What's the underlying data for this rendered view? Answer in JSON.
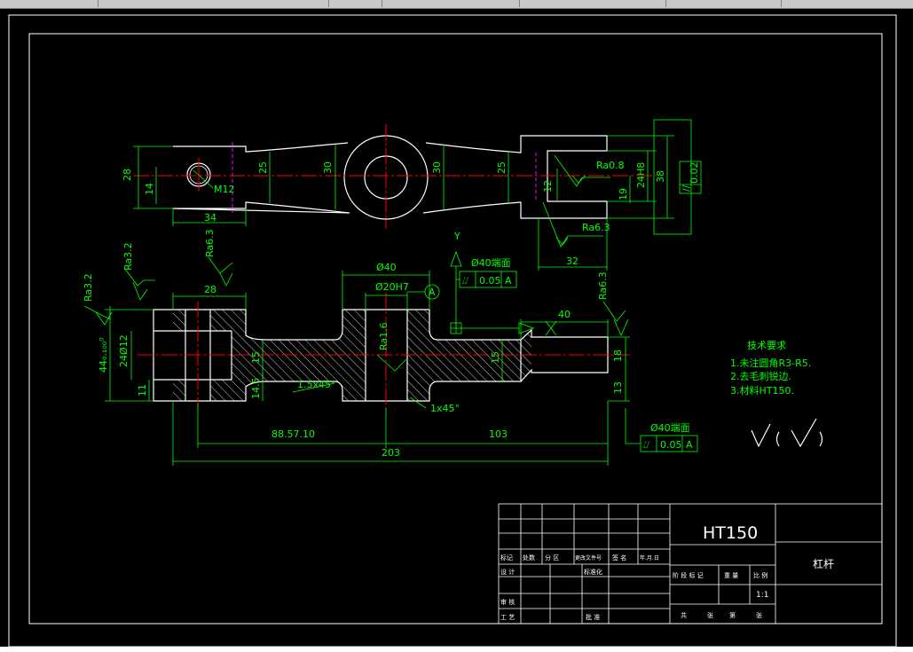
{
  "colors": {
    "background": "#000000",
    "outline": "#ffffff",
    "dimension": "#00ff00",
    "centerline": "#ff0000",
    "hidden": "#ff00ff",
    "hatch": "#ffffff"
  },
  "top_view": {
    "dims": {
      "d28": "28",
      "d14": "14",
      "d34": "34",
      "d25a": "25",
      "d30a": "30",
      "d30b": "30",
      "d25b": "25",
      "d12": "12",
      "d19": "19",
      "d24h8": "24H8",
      "d38": "38",
      "d32": "32"
    },
    "thread": "M12",
    "rough_a": "Ra0.8",
    "rough_b": "Ra6.3",
    "tol_value": "0.02"
  },
  "front_view": {
    "axis_y": "Y",
    "rough_left1": "Ra3.2",
    "rough_left2": "Ra3.2",
    "rough_left3": "Ra6.3",
    "rough_right": "Ra6.3",
    "rough_center": "Ra1.6",
    "dims": {
      "d28": "28",
      "d40": "Ø40",
      "d20h7": "Ø20H7",
      "d40r": "40",
      "d44": "44₀.₁₀₀⁰",
      "d24": "24Ø12",
      "d11": "11",
      "d15a": "15",
      "d145": "14.5",
      "d15b": "15",
      "d18": "18",
      "d13": "13",
      "chamfer1": "1.5x45°",
      "chamfer2": "1x45°",
      "d88": "88.57.10",
      "d103": "103",
      "d203": "203"
    },
    "datum": "A",
    "fcf_top": {
      "label": "Ø40端面",
      "sym": "⌰",
      "value": "0.05",
      "datum": "A"
    },
    "fcf_bottom": {
      "label": "Ø40端面",
      "sym": "⌰",
      "value": "0.05",
      "datum": "A"
    }
  },
  "notes": {
    "title": "技术要求",
    "items": [
      "1.未注圆角R3-R5.",
      "2.去毛刺锐边.",
      "3.材料HT150."
    ]
  },
  "title_block": {
    "material": "HT150",
    "part_name": "杠杆",
    "scale": "1:1",
    "labels": [
      "标记",
      "处数",
      "分 区",
      "更改文件号",
      "签 名",
      "年.月.日",
      "设 计",
      "标准化",
      "阶 段 标 记",
      "重 量",
      "比 例",
      "审 核",
      "工 艺",
      "批 准",
      "共",
      "张",
      "第",
      "张"
    ]
  }
}
